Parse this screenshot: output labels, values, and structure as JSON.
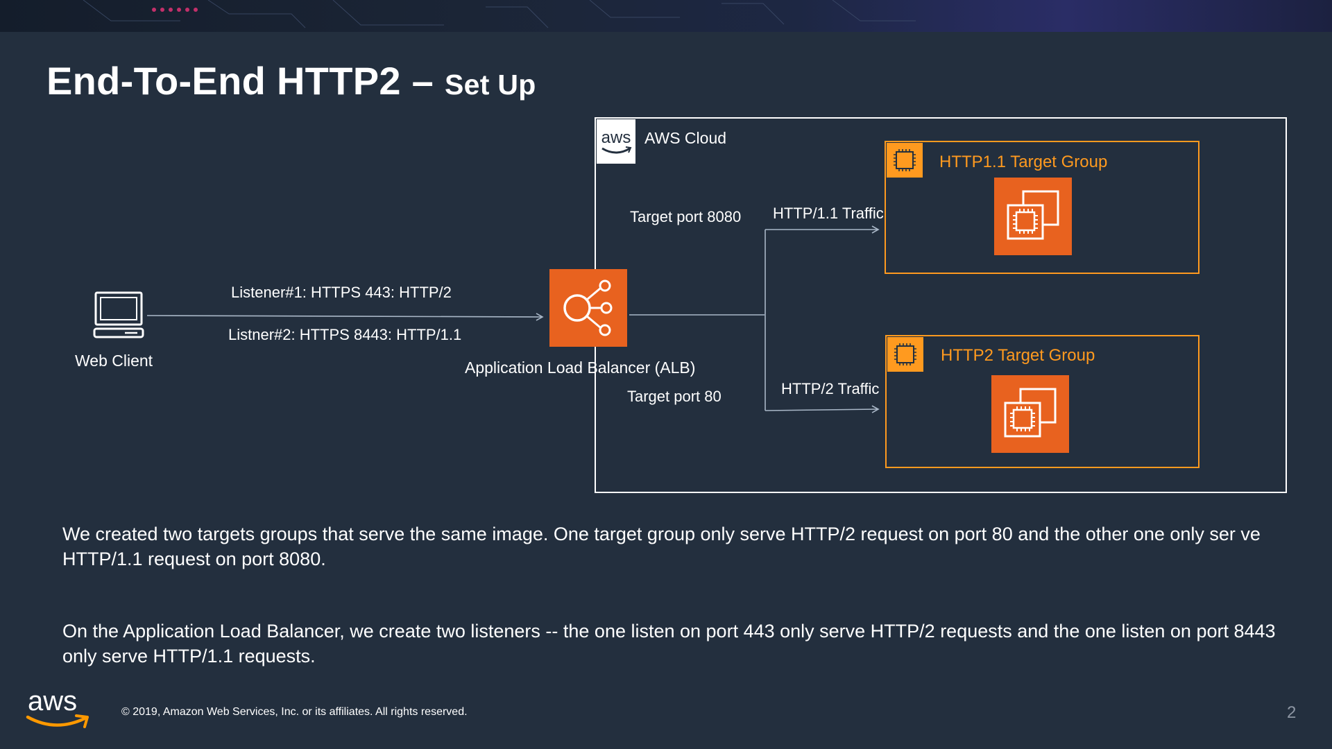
{
  "slide": {
    "title_main": "End-To-End HTTP2 –",
    "title_sub": "Set Up",
    "page_number": "2",
    "copyright": "© 2019, Amazon Web Services, Inc. or its affiliates. All rights reserved."
  },
  "diagram": {
    "cloud_label": "AWS Cloud",
    "cloud_badge": "aws",
    "web_client": "Web Client",
    "listener1": "Listener#1: HTTPS  443: HTTP/2",
    "listener2": "Listner#2: HTTPS 8443: HTTP/1.1",
    "alb": "Application Load Balancer (ALB)",
    "target_port_top": "Target port 8080",
    "target_port_bottom": "Target port 80",
    "traffic_top": "HTTP/1.1 Traffic",
    "traffic_bottom": "HTTP/2 Traffic",
    "group_top": "HTTP1.1 Target Group",
    "group_bottom": "HTTP2 Target Group"
  },
  "body": {
    "paragraph1": "We created two targets groups that serve the same image. One target group only serve HTTP/2 request on port 80 and the other one only ser ve HTTP/1.1 request on port 8080.",
    "paragraph2": "On the Application Load Balancer, we create two listeners -- the one listen on port 443 only serve HTTP/2 requests and the one listen on port 8443 only serve HTTP/1.1 requests."
  },
  "footer": {
    "logo_text": "aws"
  },
  "colors": {
    "background": "#232f3e",
    "orange": "#ff9a1f",
    "ec2": "#e8621f",
    "line": "#aab8c8"
  }
}
